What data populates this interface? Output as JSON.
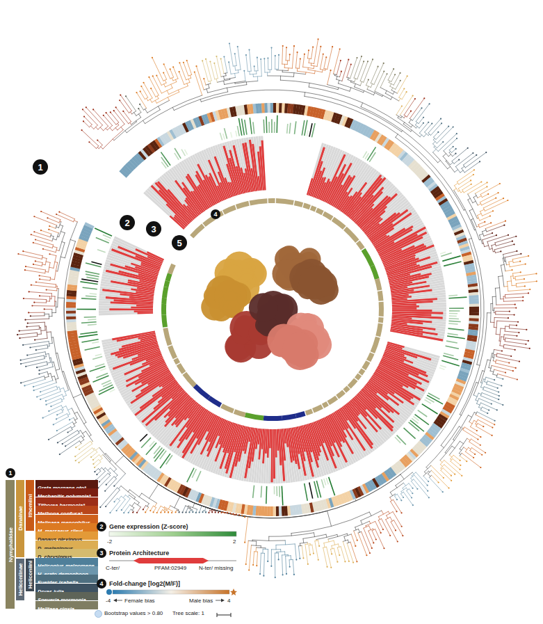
{
  "diagram": {
    "nodes": [
      {
        "text": [
          "Nymphalidae"
        ]
      },
      {
        "text": [
          "Danainae"
        ]
      },
      {
        "text": [
          "Ithomiini"
        ]
      },
      {
        "text": [
          "Heliconiinae"
        ]
      },
      {
        "text": [
          "Heliconiini"
        ]
      }
    ],
    "labels": [
      "1",
      "2",
      "3",
      "5",
      "4",
      "1",
      "2",
      "3",
      "4",
      "Gene expression (Z-score)",
      "-2",
      "2",
      "Protein Architecture",
      "C-ter/",
      "PFAM:02949",
      "N-ter/ missing",
      "Fold-change [log2(M/F)]",
      "-4",
      "Female bias",
      "Male bias",
      "4",
      "Tree scale: 1"
    ],
    "legend": [
      {
        "text": "Greta morgane oto*",
        "color": "#5a1a10"
      },
      {
        "text": "Mechanitis polymnia*",
        "color": "#7a1f12"
      },
      {
        "text": "Tithorea harmonia*",
        "color": "#9c2e18"
      },
      {
        "text": "Methona confusa*",
        "color": "#b8461a"
      },
      {
        "text": "Melinaea menophilus",
        "color": "#cf611c"
      },
      {
        "text": "M. marsaeus rileyi",
        "color": "#dc7a22"
      },
      {
        "text": "Danaus plexippus",
        "color": "#e39a38"
      },
      {
        "text": "D. melanippus",
        "color": "#dcad52"
      },
      {
        "text": "D. chrysippus",
        "color": "#d5bb6e"
      },
      {
        "text": "Heliconius melpomene",
        "color": "#4f7f9a"
      },
      {
        "text": "H. erato demophoon",
        "color": "#6c96ad"
      },
      {
        "text": "Eueides isabella",
        "color": "#4e6f80"
      },
      {
        "text": "Dryas iulia",
        "color": "#3e5262"
      },
      {
        "text": "Speyeria mormonia",
        "color": "#5e6458"
      },
      {
        "text": "Melitaea cinxia",
        "color": "#7f7d62"
      },
      {
        "text": "Bootstrap values > 0.80"
      }
    ]
  }
}
